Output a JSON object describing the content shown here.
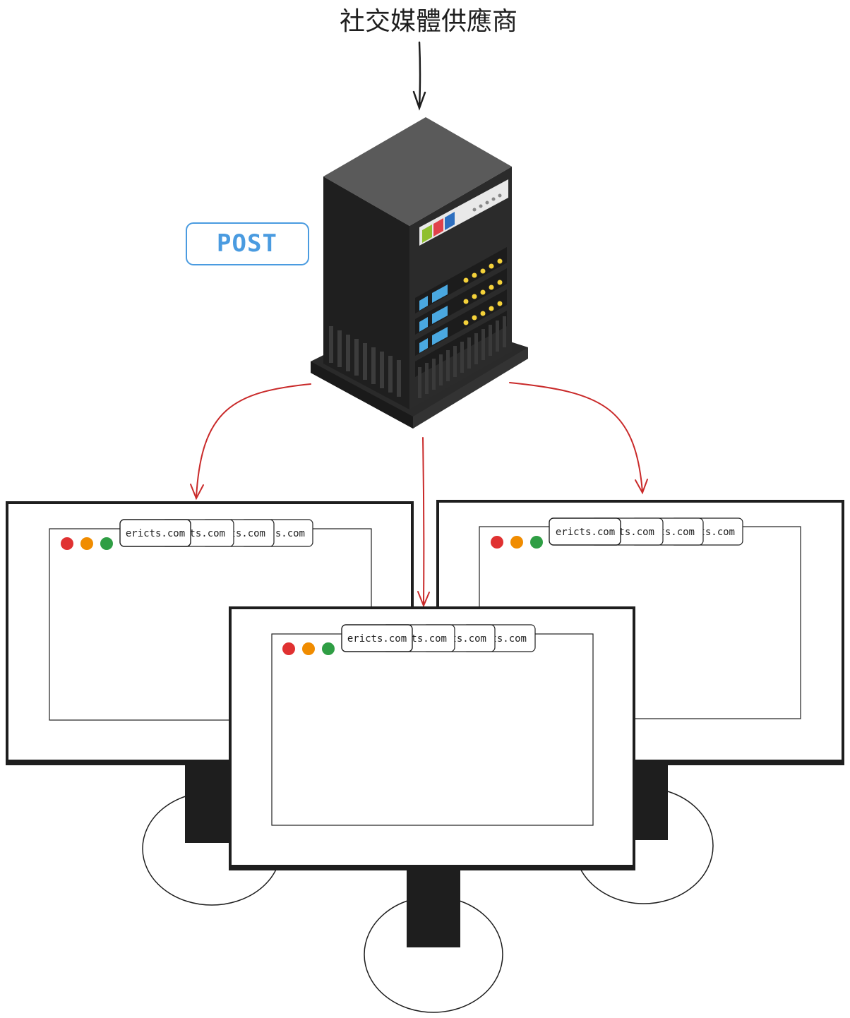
{
  "title": "社交媒體供應商",
  "method_badge": "POST",
  "colors": {
    "arrow_main": "#1e1e1e",
    "arrow_fanout": "#c92a2a",
    "badge": "#4a9be0",
    "dot_red": "#e03131",
    "dot_orange": "#f08c00",
    "dot_green": "#2f9e44"
  },
  "monitors": [
    {
      "id": "left",
      "tabs": [
        "ericts.com",
        "ericts.com",
        "ericts.com",
        "ericts.com"
      ]
    },
    {
      "id": "right",
      "tabs": [
        "ericts.com",
        "ericts.com",
        "ericts.com",
        "ericts.com"
      ]
    },
    {
      "id": "center",
      "tabs": [
        "ericts.com",
        "ericts.com",
        "ericts.com",
        "ericts.com"
      ]
    }
  ],
  "icons": {
    "server": "server-rack-icon",
    "monitor": "desktop-monitor-icon"
  }
}
